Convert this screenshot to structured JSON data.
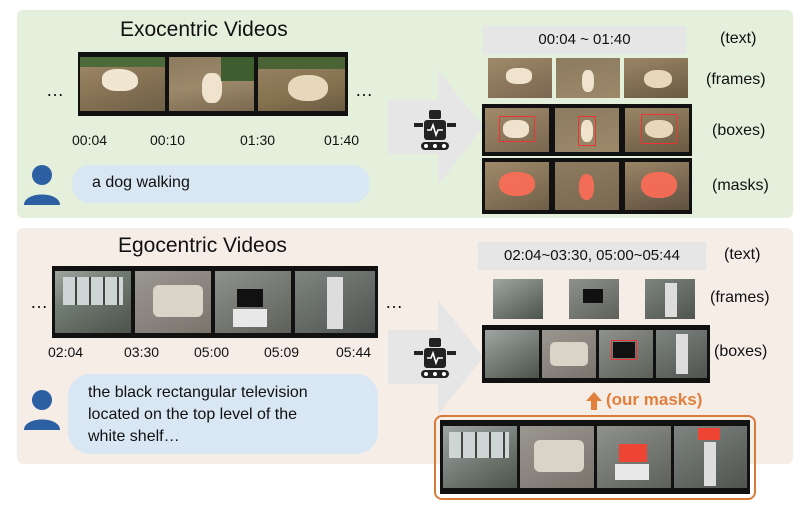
{
  "exo": {
    "title": "Exocentric Videos",
    "timestamps": [
      "00:04",
      "00:10",
      "01:30",
      "01:40"
    ],
    "ellipsis": "…",
    "user_text": "a  dog walking",
    "time_range": "00:04 ~ 01:40",
    "labels": {
      "text": "(text)",
      "frames": "(frames)",
      "boxes": "(boxes)",
      "masks": "(masks)"
    }
  },
  "ego": {
    "title": "Egocentric Videos",
    "timestamps": [
      "02:04",
      "03:30",
      "05:00",
      "05:09",
      "05:44"
    ],
    "ellipsis": "…",
    "user_text": [
      "the black rectangular television",
      "located on the top level of the",
      "white shelf…"
    ],
    "time_range": "02:04~03:30, 05:00~05:44",
    "labels": {
      "text": "(text)",
      "frames": "(frames)",
      "boxes": "(boxes)"
    },
    "our_masks": "(our masks)"
  },
  "colors": {
    "exo_bg": "#e4f0dc",
    "ego_bg": "#f6ede7",
    "bubble": "#d9e6f4",
    "user_icon": "#2d5fa3",
    "accent_orange": "#e0803c",
    "box_red": "#e33333"
  },
  "icons": [
    "user-icon",
    "robot-icon",
    "arrow-right-icon",
    "arrow-up-icon"
  ]
}
